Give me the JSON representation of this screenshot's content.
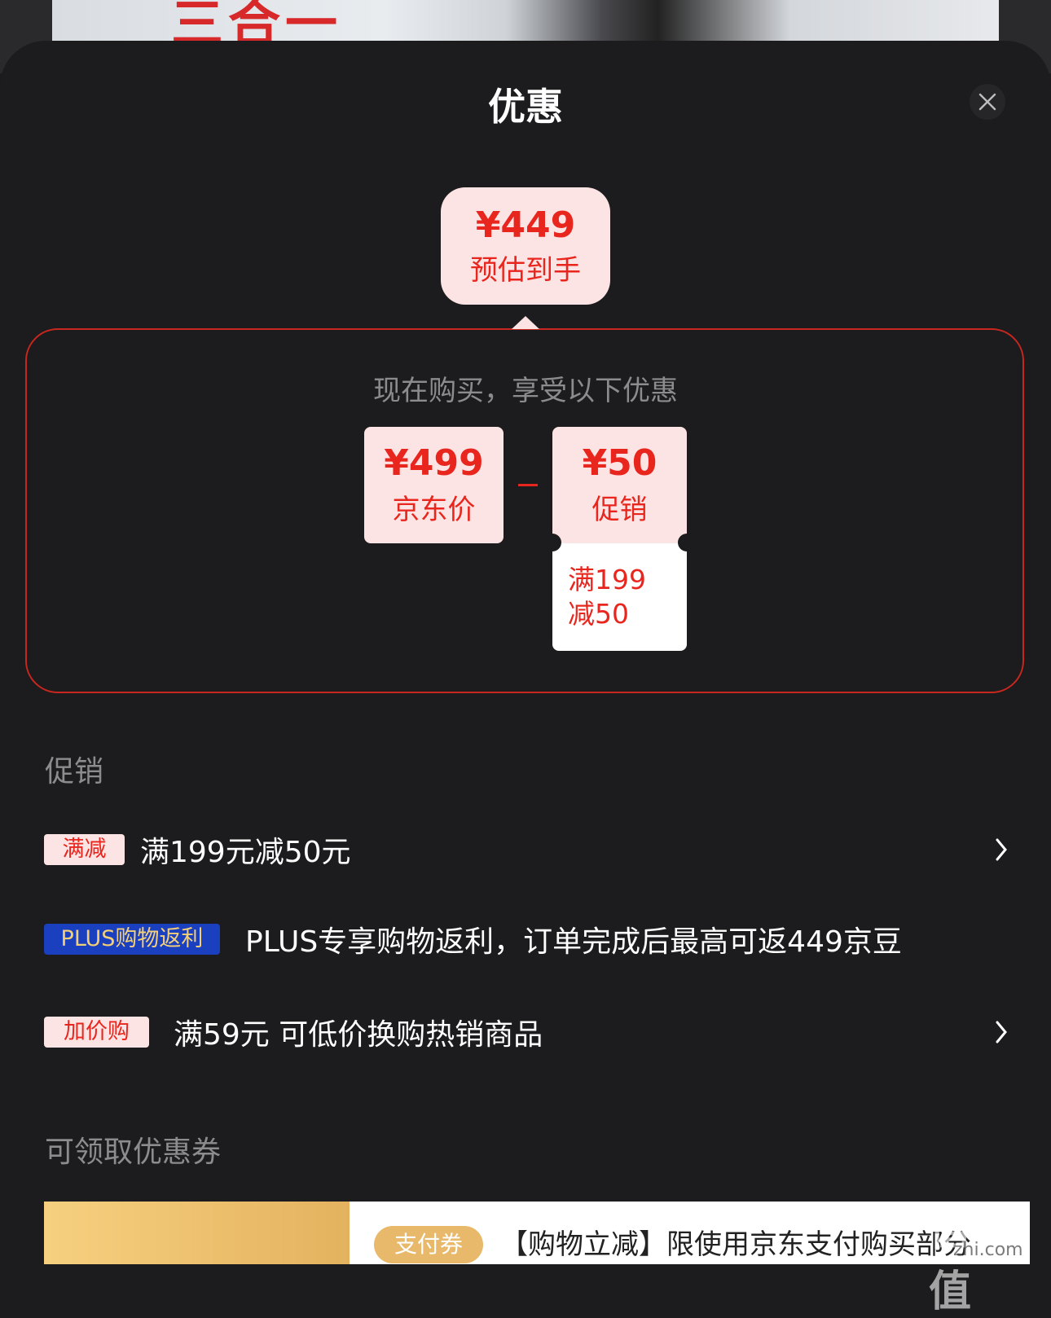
{
  "background": {
    "slogan": "三合一"
  },
  "header": {
    "title": "优惠"
  },
  "estimate": {
    "price": "¥449",
    "label": "预估到手"
  },
  "breakdown": {
    "title": "现在购买，享受以下优惠",
    "jd_price": {
      "price": "¥499",
      "label": "京东价"
    },
    "promo": {
      "price": "¥50",
      "label": "促销",
      "detail_line1": "满199",
      "detail_line2": "减50"
    }
  },
  "promotions": {
    "section_title": "促销",
    "items": [
      {
        "tag": "满减",
        "text": "满199元减50元"
      },
      {
        "tag": "PLUS购物返利",
        "text": "PLUS专享购物返利，订单完成后最高可返449京豆"
      },
      {
        "tag": "加价购",
        "text": "满59元 可低价换购热销商品"
      }
    ]
  },
  "coupons": {
    "section_title": "可领取优惠券",
    "items": [
      {
        "tag": "支付券",
        "text": "【购物立减】限使用京东支付购买部分"
      }
    ]
  },
  "watermark": {
    "text": "值值值",
    "sub": "zhi.com"
  },
  "colors": {
    "accent": "#e8261e",
    "tag_bg": "#fde4e4",
    "plus_bg": "#1a3fbf",
    "plus_text": "#f3cf7a",
    "coupon_gold": "#e8b96a"
  }
}
